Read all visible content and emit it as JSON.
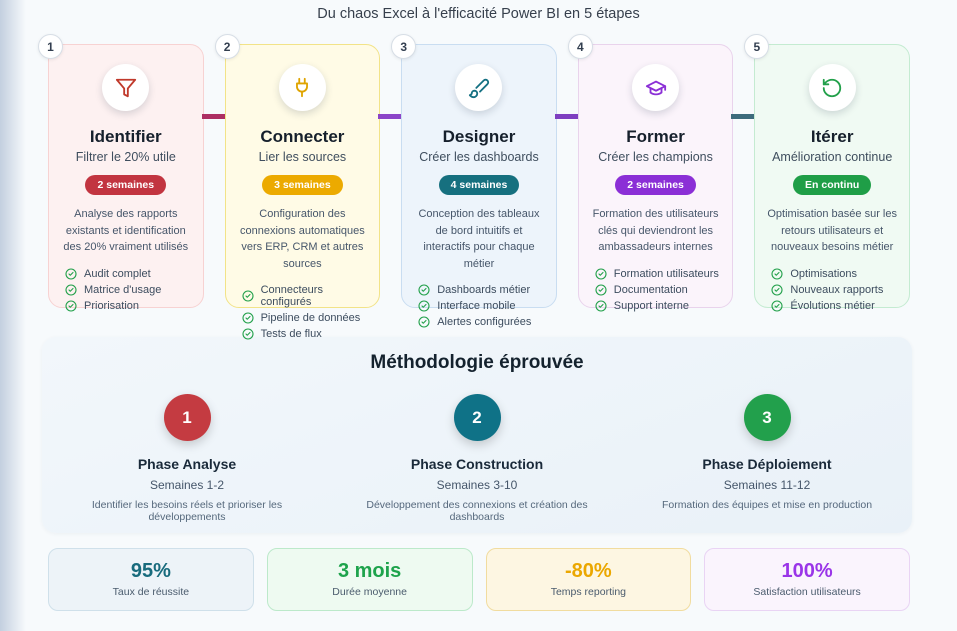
{
  "page": {
    "title": "Du chaos Excel à l'efficacité Power BI en 5 étapes"
  },
  "connectors": [
    "#ad2f63",
    "#8b44c8",
    "#7e3fc0",
    "#3d6b7c"
  ],
  "steps": [
    {
      "number": "1",
      "icon": "funnel-icon",
      "title": "Identifier",
      "subtitle": "Filtrer le 20% utile",
      "duration": "2 semaines",
      "description": "Analyse des rapports existants et identification des 20% vraiment utilisés",
      "items": [
        "Audit complet",
        "Matrice d'usage",
        "Priorisation"
      ],
      "colors": {
        "bg": "#fdf1f1",
        "border": "#f7d2d2",
        "accent": "#c0392b",
        "badge": "#c23540"
      }
    },
    {
      "number": "2",
      "icon": "plug-icon",
      "title": "Connecter",
      "subtitle": "Lier les sources",
      "duration": "3 semaines",
      "description": "Configuration des connexions automatiques vers ERP, CRM et autres sources",
      "items": [
        "Connecteurs configurés",
        "Pipeline de données",
        "Tests de flux"
      ],
      "colors": {
        "bg": "#fffbe6",
        "border": "#f2e388",
        "accent": "#dfa400",
        "badge": "#ecaa00"
      }
    },
    {
      "number": "3",
      "icon": "paintbrush-icon",
      "title": "Designer",
      "subtitle": "Créer les dashboards",
      "duration": "4 semaines",
      "description": "Conception des tableaux de bord intuitifs et interactifs pour chaque métier",
      "items": [
        "Dashboards métier",
        "Interface mobile",
        "Alertes configurées"
      ],
      "colors": {
        "bg": "#edf4fb",
        "border": "#c9ddf1",
        "accent": "#147082",
        "badge": "#16707f"
      }
    },
    {
      "number": "4",
      "icon": "graduation-cap-icon",
      "title": "Former",
      "subtitle": "Créer les champions",
      "duration": "2 semaines",
      "description": "Formation des utilisateurs clés qui deviendront les ambassadeurs internes",
      "items": [
        "Formation utilisateurs",
        "Documentation",
        "Support interne"
      ],
      "colors": {
        "bg": "#fbf4fb",
        "border": "#e9d3ec",
        "accent": "#8b2fd6",
        "badge": "#8b2fd6"
      }
    },
    {
      "number": "5",
      "icon": "rotate-ccw-icon",
      "title": "Itérer",
      "subtitle": "Amélioration continue",
      "duration": "En continu",
      "description": "Optimisation basée sur les retours utilisateurs et nouveaux besoins métier",
      "items": [
        "Optimisations",
        "Nouveaux rapports",
        "Évolutions métier"
      ],
      "colors": {
        "bg": "#f0faf3",
        "border": "#c4ebd1",
        "accent": "#22a04a",
        "badge": "#1f9e47"
      }
    }
  ],
  "check_icon_color": "#22a04a",
  "methodology": {
    "title": "Méthodologie éprouvée",
    "phases": [
      {
        "number": "1",
        "name": "Phase Analyse",
        "weeks": "Semaines 1-2",
        "description": "Identifier les besoins réels et prioriser les développements",
        "color": "#c43b41"
      },
      {
        "number": "2",
        "name": "Phase Construction",
        "weeks": "Semaines 3-10",
        "description": "Développement des connexions et création des dashboards",
        "color": "#0f7287"
      },
      {
        "number": "3",
        "name": "Phase Déploiement",
        "weeks": "Semaines 11-12",
        "description": "Formation des équipes et mise en production",
        "color": "#22a04c"
      }
    ]
  },
  "stats": [
    {
      "value": "95%",
      "label": "Taux de réussite",
      "color": "#186b7d",
      "bg": "#edf3f8",
      "border": "#cfe0ea"
    },
    {
      "value": "3 mois",
      "label": "Durée moyenne",
      "color": "#1ea34c",
      "bg": "#eefaf1",
      "border": "#bce9ca"
    },
    {
      "value": "-80%",
      "label": "Temps reporting",
      "color": "#eba700",
      "bg": "#fdf6e2",
      "border": "#f1dc9f"
    },
    {
      "value": "100%",
      "label": "Satisfaction utilisateurs",
      "color": "#9a35e8",
      "bg": "#faf4fd",
      "border": "#e9d4f4"
    }
  ]
}
